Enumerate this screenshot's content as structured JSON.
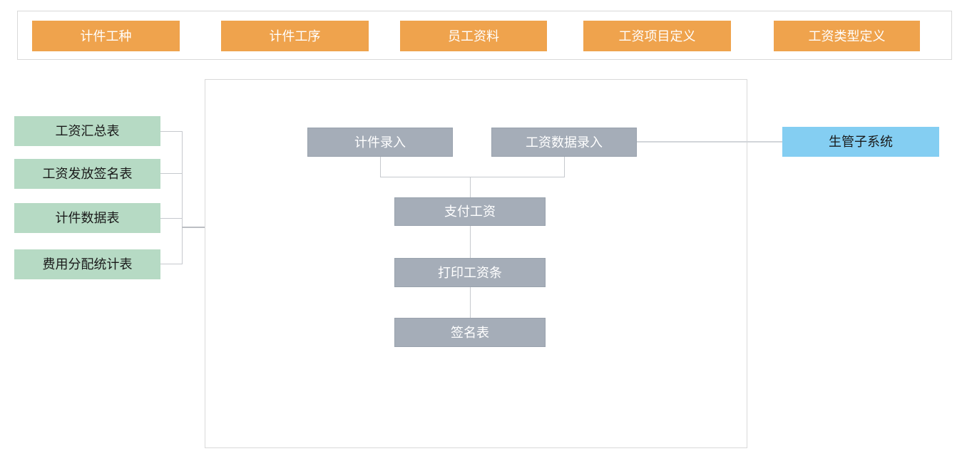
{
  "top_bar": {
    "items": [
      {
        "label": "计件工种"
      },
      {
        "label": "计件工序"
      },
      {
        "label": "员工资料"
      },
      {
        "label": "工资项目定义"
      },
      {
        "label": "工资类型定义"
      }
    ]
  },
  "reports": {
    "items": [
      {
        "label": "工资汇总表"
      },
      {
        "label": "工资发放签名表"
      },
      {
        "label": "计件数据表"
      },
      {
        "label": "费用分配统计表"
      }
    ]
  },
  "process": {
    "entry_nodes": [
      {
        "label": "计件录入"
      },
      {
        "label": "工资数据录入"
      }
    ],
    "flow_nodes": [
      {
        "label": "支付工资"
      },
      {
        "label": "打印工资条"
      },
      {
        "label": "签名表"
      }
    ]
  },
  "external": {
    "label": "生管子系统"
  },
  "colors": {
    "orange": "#EFA34D",
    "green": "#B6DAC4",
    "gray": "#A5ADB8",
    "blue": "#84CEF2",
    "panel_border": "#D9D9D9",
    "line": "#C6C9CE"
  }
}
